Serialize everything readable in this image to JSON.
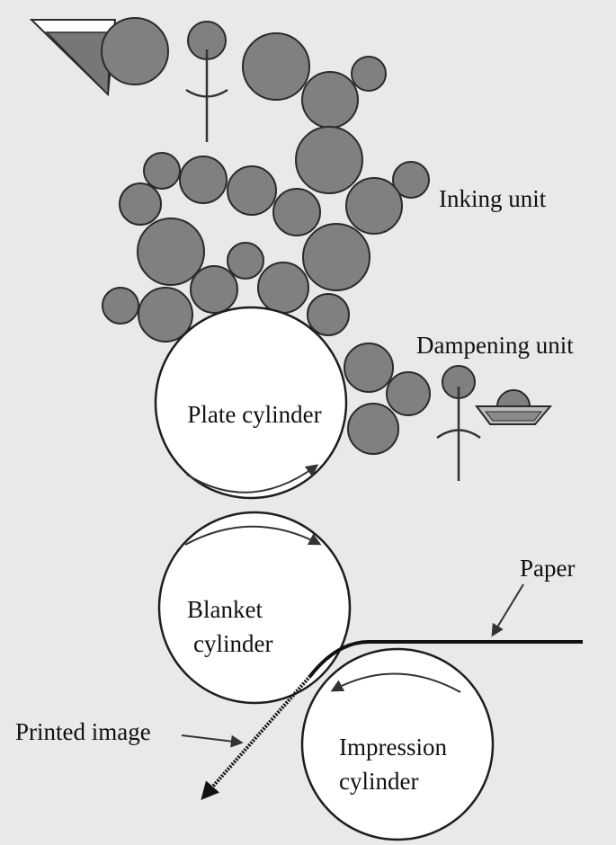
{
  "labels": {
    "inking_unit": "Inking unit",
    "dampening_unit": "Dampening unit",
    "plate_cylinder": "Plate cylinder",
    "blanket_cylinder_line1": "Blanket",
    "blanket_cylinder_line2": "cylinder",
    "impression_cylinder_line1": "Impression",
    "impression_cylinder_line2": "cylinder",
    "paper": "Paper",
    "printed_image": "Printed image"
  },
  "colors": {
    "background": "#e9e9e9",
    "roller_fill": "#808080",
    "cylinder_fill": "#ffffff",
    "line": "#333333"
  }
}
